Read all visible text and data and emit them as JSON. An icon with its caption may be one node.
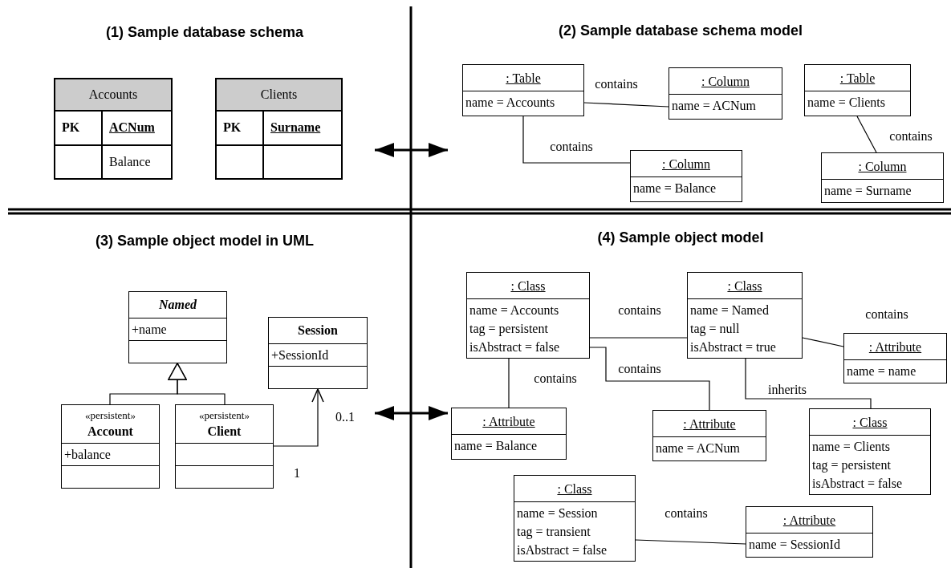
{
  "diagram": {
    "nodes": [
      {
        "text": [
          "(1) Sample database schema"
        ]
      },
      {
        "text": [
          "Accounts",
          "PK",
          "ACNum",
          "Balance"
        ],
        "in": 0
      },
      {
        "text": [
          "Clients",
          "PK",
          "Surname"
        ],
        "in": 0
      },
      {
        "text": [
          "(2) Sample database schema model"
        ]
      },
      {
        "text": [
          ": Table",
          "name = Accounts"
        ],
        "in": 3
      },
      {
        "text": [
          ": Column",
          "name = ACNum"
        ],
        "in": 3
      },
      {
        "text": [
          ": Table",
          "name = Clients"
        ],
        "in": 3
      },
      {
        "text": [
          ": Column",
          "name = Balance"
        ],
        "in": 3
      },
      {
        "text": [
          ": Column",
          "name = Surname"
        ],
        "in": 3
      },
      {
        "text": [
          "(3) Sample object model in UML"
        ]
      },
      {
        "text": [
          "Named",
          "+name"
        ],
        "in": 9
      },
      {
        "text": [
          "Session",
          "+SessionId"
        ],
        "in": 9
      },
      {
        "text": [
          "«persistent»",
          "Account",
          "+balance"
        ],
        "in": 9
      },
      {
        "text": [
          "«persistent»",
          "Client"
        ],
        "in": 9
      },
      {
        "text": [
          "(4) Sample object model"
        ]
      },
      {
        "text": [
          ": Class",
          "name = Accounts",
          "tag = persistent",
          "isAbstract = false"
        ],
        "in": 14
      },
      {
        "text": [
          ": Class",
          "name = Named",
          "tag = null",
          "isAbstract = true"
        ],
        "in": 14
      },
      {
        "text": [
          ": Attribute",
          "name = name"
        ],
        "in": 14
      },
      {
        "text": [
          ": Attribute",
          "name = Balance"
        ],
        "in": 14
      },
      {
        "text": [
          ": Attribute",
          "name = ACNum"
        ],
        "in": 14
      },
      {
        "text": [
          ": Class",
          "name = Clients",
          "tag = persistent",
          "isAbstract = false"
        ],
        "in": 14
      },
      {
        "text": [
          ": Class",
          "name = Session",
          "tag = transient",
          "isAbstract = false"
        ],
        "in": 14
      },
      {
        "text": [
          ": Attribute",
          "name = SessionId"
        ],
        "in": 14
      }
    ],
    "edges": [
      {
        "from": 0,
        "to": 3,
        "arrow": "both",
        "style": "thick"
      },
      {
        "from": 4,
        "to": 5,
        "arrow": "none",
        "label": "contains"
      },
      {
        "from": 4,
        "to": 7,
        "arrow": "none",
        "label": "contains"
      },
      {
        "from": 6,
        "to": 8,
        "arrow": "none",
        "label": "contains"
      },
      {
        "from": 12,
        "to": 10,
        "arrow": "to"
      },
      {
        "from": 13,
        "to": 10,
        "arrow": "to"
      },
      {
        "from": 13,
        "to": 11,
        "arrow": "to"
      },
      {
        "from": 9,
        "to": 14,
        "arrow": "both",
        "style": "thick"
      },
      {
        "from": 15,
        "to": 16,
        "arrow": "none",
        "label": "contains"
      },
      {
        "from": 16,
        "to": 17,
        "arrow": "none",
        "label": "contains"
      },
      {
        "from": 15,
        "to": 18,
        "arrow": "none",
        "label": "contains"
      },
      {
        "from": 15,
        "to": 19,
        "arrow": "none",
        "label": "contains"
      },
      {
        "from": 16,
        "to": 20,
        "arrow": "none",
        "label": "inherits"
      },
      {
        "from": 21,
        "to": 22,
        "arrow": "none",
        "label": "contains"
      }
    ],
    "labels": [
      "0..1",
      "1"
    ]
  }
}
